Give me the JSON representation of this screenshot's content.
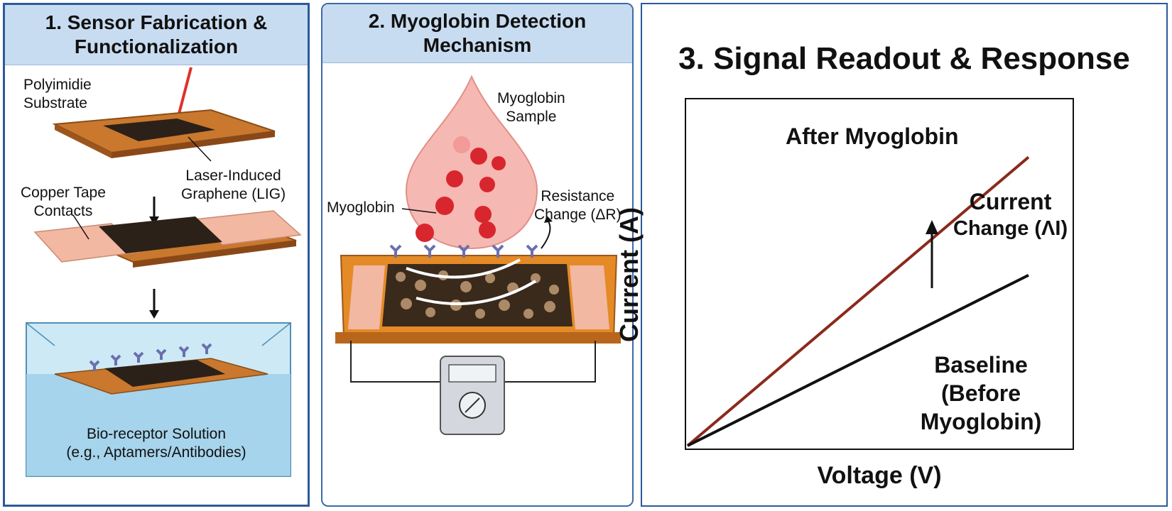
{
  "panel1": {
    "title_line1": "1. Sensor Fabrication &",
    "title_line2": "Functionalization",
    "substrate_line1": "Polyimidie",
    "substrate_line2": "Substrate",
    "lig_line1": "Laser-Induced",
    "lig_line2": "Graphene (LIG)",
    "copper_line1": "Copper Tape",
    "copper_line2": "Contacts",
    "solution_line1": "Bio-receptor Solution",
    "solution_line2": "(e.g., Aptamers/Antibodies)"
  },
  "panel2": {
    "title_line1": "2. Myoglobin Detection",
    "title_line2": "Mechanism",
    "sample_line1": "Myoglobin",
    "sample_line2": "Sample",
    "myoglobin": "Myoglobin",
    "resistance_line1": "Resistance",
    "resistance_line2": "Change (ΔR)"
  },
  "panel3": {
    "title": "3. Signal Readout & Response",
    "series_after": "After Myoglobin",
    "change_line1": "Current",
    "change_line2": "Change (ΛI)",
    "baseline_line1": "Baseline",
    "baseline_line2": "(Before Myoglobin)"
  },
  "chart_data": {
    "type": "line",
    "xlabel": "Voltage (V)",
    "ylabel": "Current (A)",
    "grid": false,
    "series": [
      {
        "name": "After Myoglobin",
        "color": "#8b2a1c",
        "x": [
          0,
          1
        ],
        "y": [
          0,
          0.88
        ]
      },
      {
        "name": "Baseline (Before Myoglobin)",
        "color": "#111111",
        "x": [
          0,
          1
        ],
        "y": [
          0,
          0.52
        ]
      }
    ],
    "xlim": [
      0,
      1
    ],
    "ylim": [
      0,
      1
    ]
  },
  "colors": {
    "panel_border": "#2c5a9a",
    "header_fill": "#c8dcf1",
    "substrate": "#c9782e",
    "copper": "#f2b8a2",
    "graphene": "#2b2118",
    "laser": "#e0302a",
    "droplet": "#f6b8b2",
    "myoglobin": "#d8262f",
    "receptor": "#6b6fb0",
    "solution": "#9fd0ea"
  }
}
